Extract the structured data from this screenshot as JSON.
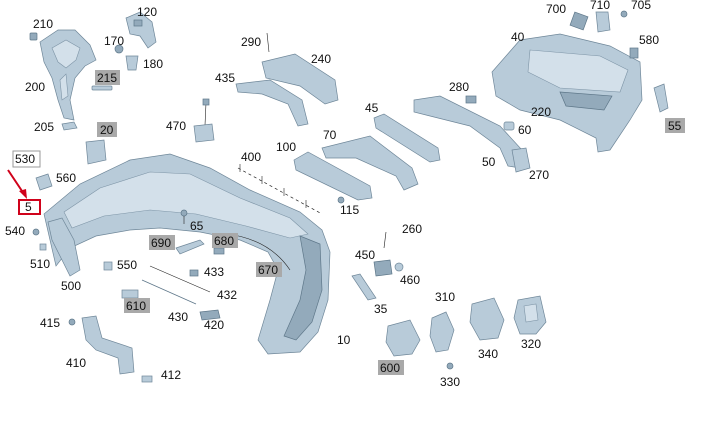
{
  "labels": {
    "l210": "210",
    "l120": "120",
    "l170": "170",
    "l180": "180",
    "l215": "215",
    "l200": "200",
    "l205": "205",
    "l20": "20",
    "l290": "290",
    "l240": "240",
    "l435": "435",
    "l470": "470",
    "l400": "400",
    "l100": "100",
    "l70": "70",
    "l45": "45",
    "l280": "280",
    "l700": "700",
    "l710": "710",
    "l705": "705",
    "l40": "40",
    "l580": "580",
    "l220": "220",
    "l60": "60",
    "l55": "55",
    "l50": "50",
    "l270": "270",
    "l530": "530",
    "l560": "560",
    "l5": "5",
    "l540": "540",
    "l510": "510",
    "l65": "65",
    "l115": "115",
    "l690": "690",
    "l680": "680",
    "l433": "433",
    "l670": "670",
    "l550": "550",
    "l500": "500",
    "l610": "610",
    "l430": "430",
    "l432": "432",
    "l420": "420",
    "l260": "260",
    "l450": "450",
    "l460": "460",
    "l35": "35",
    "l310": "310",
    "l415": "415",
    "l410": "410",
    "l412": "412",
    "l10": "10",
    "l600": "600",
    "l340": "340",
    "l320": "320",
    "l330": "330"
  },
  "colors": {
    "part": "#b8cbd9",
    "gray_label_box": "#a9a9a9",
    "highlight_red": "#d0021b"
  },
  "highlight": {
    "label": "5",
    "arrow": "red-arrow-icon"
  }
}
